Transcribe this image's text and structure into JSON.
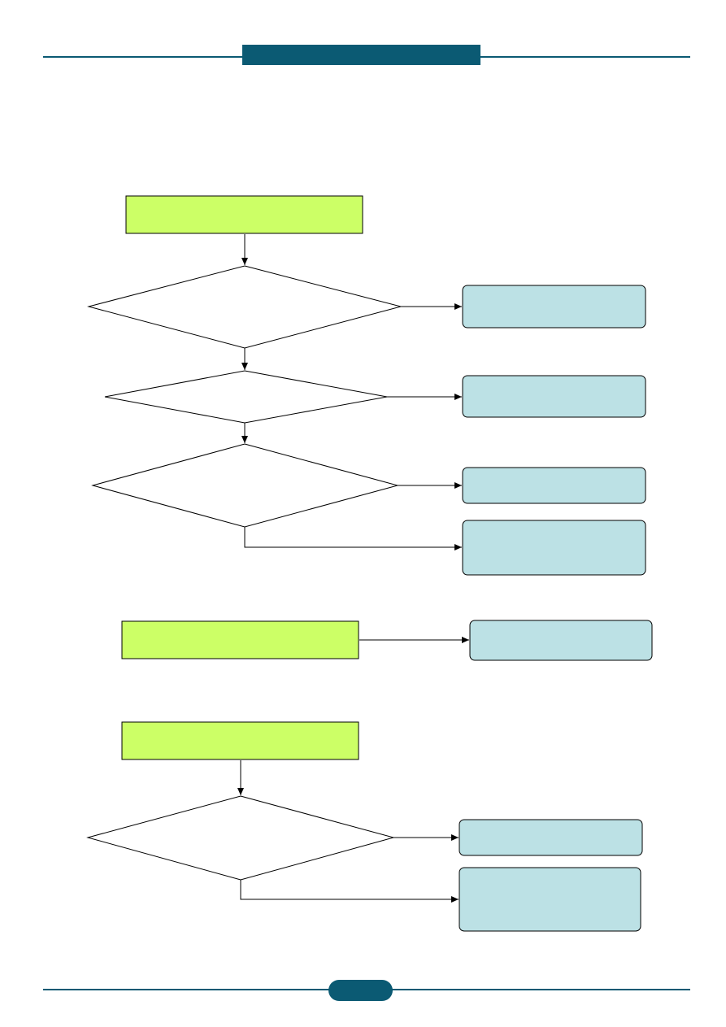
{
  "page": {
    "header_title": "",
    "page_number": "",
    "colors": {
      "brand": "#0b5a73",
      "start_fill": "#ccff66",
      "action_fill": "#bce1e5",
      "stroke": "#000000"
    }
  },
  "flowchart": {
    "start_nodes": [
      {
        "id": "start-1",
        "label": ""
      },
      {
        "id": "start-2",
        "label": ""
      },
      {
        "id": "start-3",
        "label": ""
      }
    ],
    "decisions": [
      {
        "id": "decision-1",
        "label": ""
      },
      {
        "id": "decision-2",
        "label": ""
      },
      {
        "id": "decision-3",
        "label": ""
      },
      {
        "id": "decision-4",
        "label": ""
      }
    ],
    "actions": [
      {
        "id": "action-1",
        "label": ""
      },
      {
        "id": "action-2",
        "label": ""
      },
      {
        "id": "action-3",
        "label": ""
      },
      {
        "id": "action-4",
        "label": ""
      },
      {
        "id": "action-5",
        "label": ""
      },
      {
        "id": "action-6",
        "label": ""
      },
      {
        "id": "action-7",
        "label": ""
      }
    ],
    "edges": [
      {
        "from": "start-1",
        "to": "decision-1"
      },
      {
        "from": "decision-1",
        "to": "action-1"
      },
      {
        "from": "decision-1",
        "to": "decision-2"
      },
      {
        "from": "decision-2",
        "to": "action-2"
      },
      {
        "from": "decision-2",
        "to": "decision-3"
      },
      {
        "from": "decision-3",
        "to": "action-3"
      },
      {
        "from": "decision-3",
        "to": "action-4"
      },
      {
        "from": "start-2",
        "to": "action-5"
      },
      {
        "from": "start-3",
        "to": "decision-4"
      },
      {
        "from": "decision-4",
        "to": "action-6"
      },
      {
        "from": "decision-4",
        "to": "action-7"
      }
    ]
  }
}
